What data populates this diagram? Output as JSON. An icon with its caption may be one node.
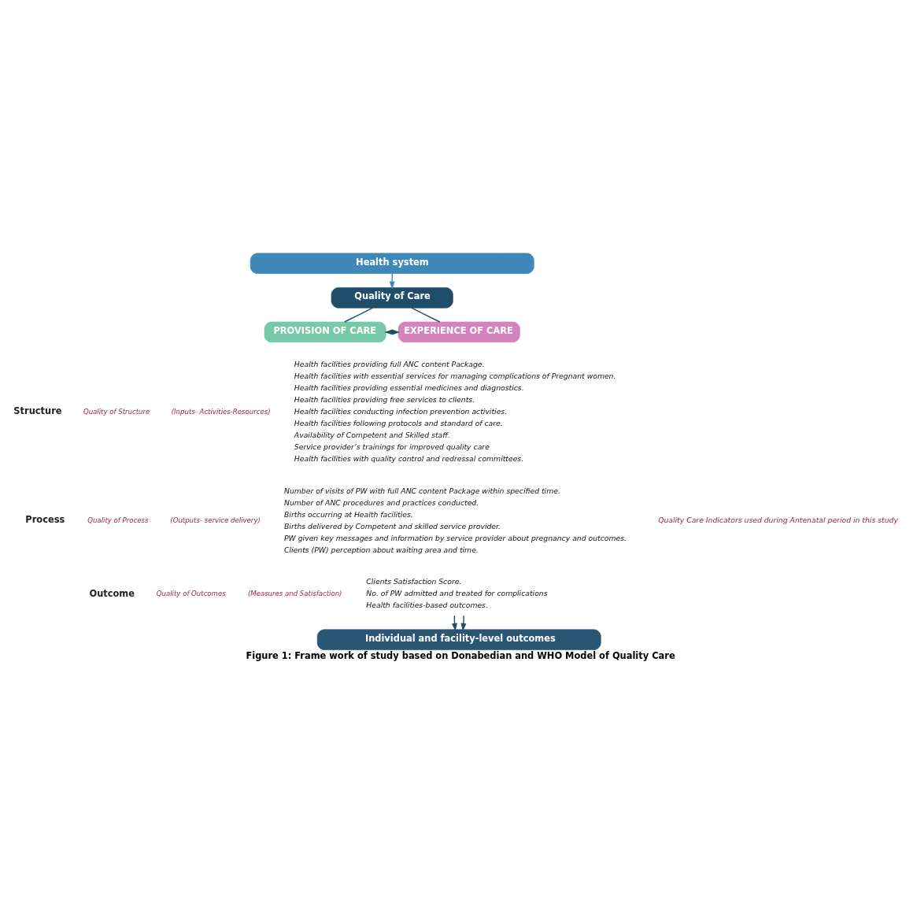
{
  "diagram": {
    "caption": "Figure 1: Frame work of study based on Donabedian and WHO Model of Quality Care",
    "nodes": [
      {
        "text": [
          "Health system"
        ]
      },
      {
        "text": [
          "Quality of Care"
        ]
      },
      {
        "text": [
          "PROVISION OF CARE"
        ]
      },
      {
        "text": [
          "EXPERIENCE OF CARE"
        ]
      },
      {
        "text": [
          "Health facilities providing full ANC content Package.",
          "Health facilities with essential services for managing complications of Pregnant women.",
          "Health facilities providing essential medicines and diagnostics.",
          "Health facilities providing free services to clients.",
          "Health facilities conducting infection prevention activities.",
          "Health facilities following protocols and standard of care.",
          "Availability of Competent and Skilled staff.",
          "Service provider’s trainings for improved quality care",
          "Health facilities with quality control and redressal committees."
        ]
      },
      {
        "text": [
          "Number of visits of PW with full ANC content Package within specified time.",
          "Number of ANC procedures and practices conducted.",
          "Births occurring at Health facilities.",
          "Births delivered by Competent and skilled service provider.",
          "PW given key messages and information by service provider about pregnancy and outcomes.",
          "Clients (PW) perception about waiting area and time."
        ]
      },
      {
        "text": [
          "Clients Satisfaction Score.",
          "No. of PW admitted and treated for complications",
          "Health facilities-based outcomes."
        ]
      },
      {
        "text": [
          "Individual and facility-level outcomes"
        ]
      }
    ],
    "edges": [
      {
        "from": 0,
        "to": 1,
        "arrow": "to",
        "color": "#3f87b8"
      },
      {
        "from": 1,
        "to": 2,
        "arrow": "none"
      },
      {
        "from": 1,
        "to": 3,
        "arrow": "none"
      },
      {
        "from": 2,
        "to": 3,
        "arrow": "both"
      },
      {
        "from": 6,
        "to": 7,
        "arrow": "to"
      },
      {
        "from": 6,
        "to": 7,
        "arrow": "to"
      }
    ],
    "labels": [
      "Structure",
      "Quality of Structure",
      "(Inputs- Activities-Resources)",
      "Process",
      "Quality of Process",
      "(Outputs- service delivery)",
      "Outcome",
      "Quality of Outcomes",
      "(Measures and Satisfaction)",
      "Quality Care Indicators used during Antenatal period in this study"
    ]
  }
}
